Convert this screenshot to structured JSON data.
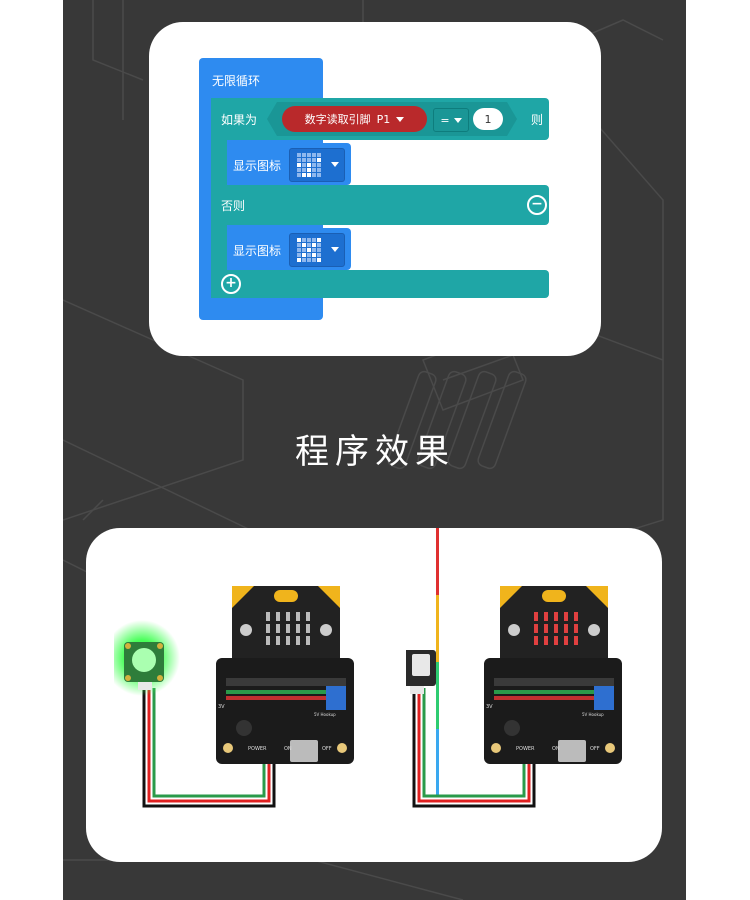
{
  "code": {
    "forever_label": "无限循环",
    "if_label": "如果为",
    "read_pin_label": "数字读取引脚",
    "pin_value": "P1",
    "operator": "=",
    "compare_value": "1",
    "then_label": "则",
    "show_icon_label_1": "显示图标",
    "else_label": "否则",
    "show_icon_label_2": "显示图标"
  },
  "section_title": "程序效果",
  "demo": {
    "left_chip": "5V Hookup",
    "right_chip": "5V Hookup",
    "left_power": "POWER",
    "left_v": "3V",
    "left_on": "ON",
    "left_off": "OFF",
    "right_power": "POWER",
    "right_v": "3V",
    "right_on": "ON",
    "right_off": "OFF"
  },
  "colors": {
    "background": "#383838",
    "forever_block": "#2e8bf0",
    "logic_block": "#1fa6a6",
    "pin_block": "#b9292b",
    "led_on": "#44ff55"
  }
}
